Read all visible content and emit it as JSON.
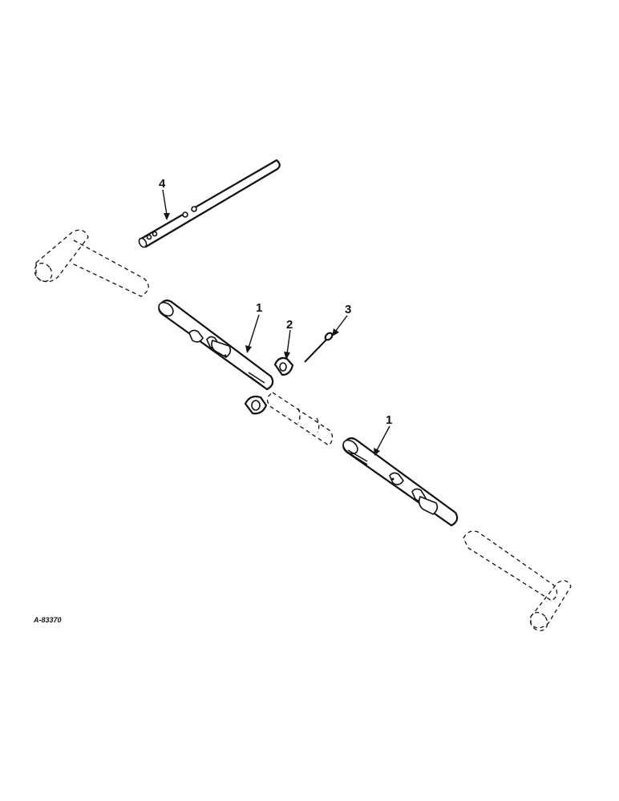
{
  "callouts": [
    {
      "id": "c4",
      "label": "4"
    },
    {
      "id": "c1a",
      "label": "1"
    },
    {
      "id": "c2",
      "label": "2"
    },
    {
      "id": "c3",
      "label": "3"
    },
    {
      "id": "c1b",
      "label": "1"
    }
  ],
  "figure_code": "A-83370",
  "colors": {
    "ink": "#111111",
    "paper": "#ffffff"
  }
}
